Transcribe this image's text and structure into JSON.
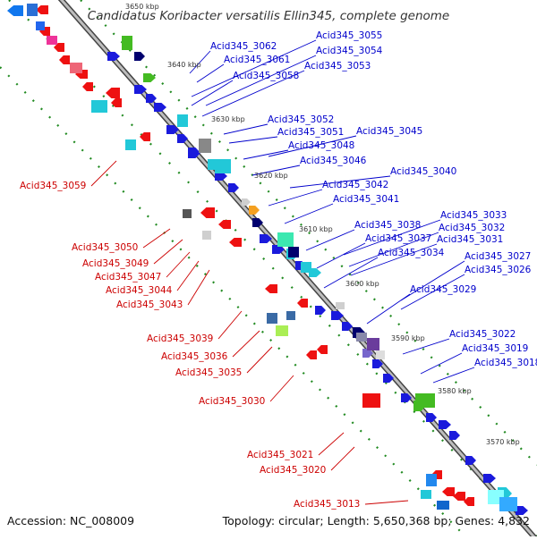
{
  "title": "Candidatus Koribacter versatilis Ellin345, complete genome",
  "footer": {
    "accession": "Accession: NC_008009",
    "stats": "Topology: circular; Length: 5,650,368 bp; Genes: 4,832"
  },
  "colors": {
    "forward_label": "#0000cc",
    "reverse_label": "#cc0000",
    "backbone": "#777777",
    "tick": "#228b22"
  },
  "kbp_marks": [
    "3650 kbp",
    "3640 kbp",
    "3630 kbp",
    "3620 kbp",
    "3610 kbp",
    "3600 kbp",
    "3590 kbp",
    "3580 kbp",
    "3570 kbp"
  ],
  "forward_labels": [
    "Acid345_3062",
    "Acid345_3061",
    "Acid345_3055",
    "Acid345_3054",
    "Acid345_3053",
    "Acid345_3058",
    "Acid345_3052",
    "Acid345_3051",
    "Acid345_3045",
    "Acid345_3048",
    "Acid345_3046",
    "Acid345_3040",
    "Acid345_3042",
    "Acid345_3041",
    "Acid345_3033",
    "Acid345_3038",
    "Acid345_3032",
    "Acid345_3037",
    "Acid345_3031",
    "Acid345_3034",
    "Acid345_3027",
    "Acid345_3026",
    "Acid345_3029",
    "Acid345_3022",
    "Acid345_3019",
    "Acid345_3018"
  ],
  "reverse_labels": [
    "Acid345_3059",
    "Acid345_3050",
    "Acid345_3049",
    "Acid345_3047",
    "Acid345_3044",
    "Acid345_3043",
    "Acid345_3039",
    "Acid345_3036",
    "Acid345_3035",
    "Acid345_3030",
    "Acid345_3021",
    "Acid345_3020",
    "Acid345_3013"
  ]
}
